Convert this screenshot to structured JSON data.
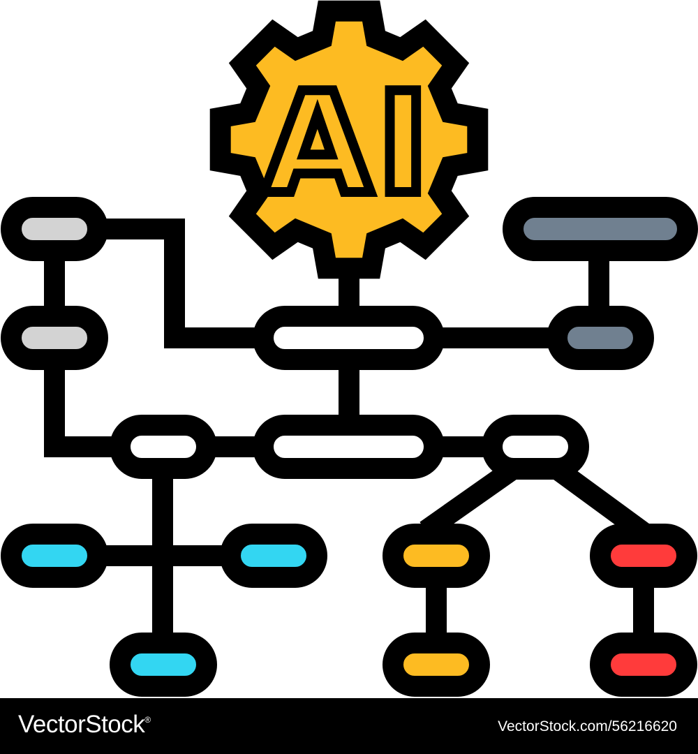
{
  "icon": {
    "name": "ai-flowchart-icon",
    "gear_label": "AI",
    "colors": {
      "outline": "#000000",
      "gear": "#FDBB22",
      "white": "#FFFFFF",
      "light_gray": "#D3D3D3",
      "slate": "#708090",
      "cyan": "#33D6F2",
      "yellow": "#FDBB22",
      "red": "#FF3B3B"
    }
  },
  "watermark": {
    "brand": "VectorStock",
    "registered_mark": "®",
    "image_id": "VectorStock.com/56216620"
  }
}
